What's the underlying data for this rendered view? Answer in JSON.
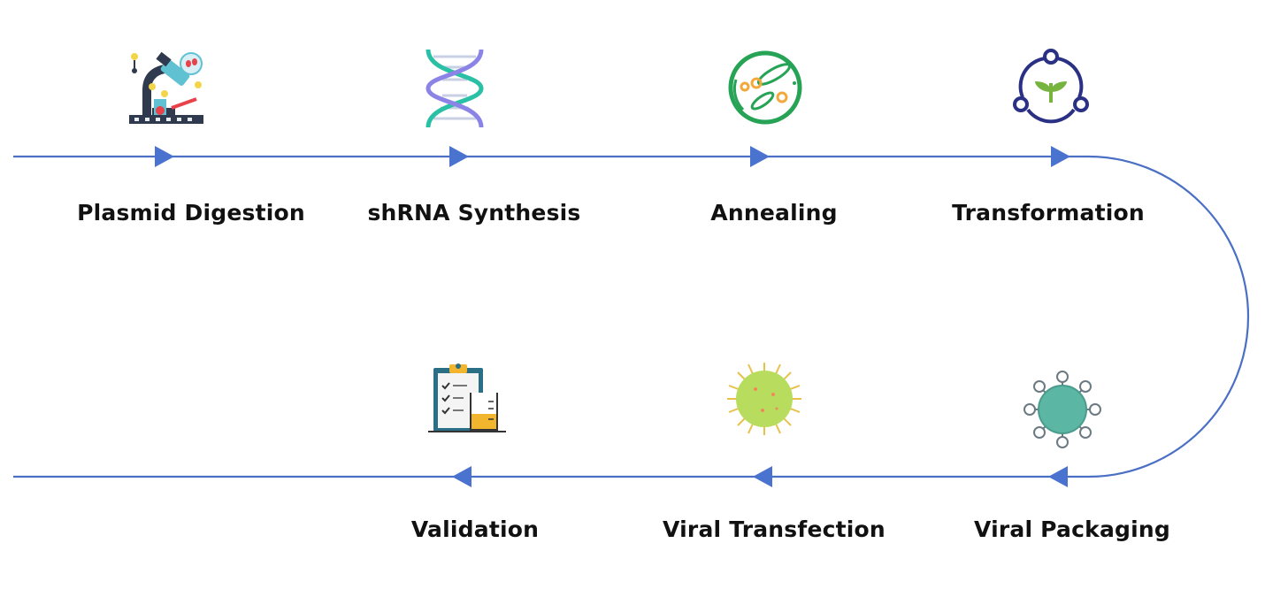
{
  "process": {
    "line_color": "#4a6fc4",
    "arrow_color": "#4a72cf",
    "steps": [
      {
        "label": "Plasmid Digestion",
        "icon": "microscope-icon"
      },
      {
        "label": "shRNA Synthesis",
        "icon": "dna-helix-icon"
      },
      {
        "label": "Annealing",
        "icon": "petri-dish-icon"
      },
      {
        "label": "Transformation",
        "icon": "cycle-sprout-icon"
      },
      {
        "label": "Viral Packaging",
        "icon": "virus-teal-icon"
      },
      {
        "label": "Viral Transfection",
        "icon": "virus-green-icon"
      },
      {
        "label": "Validation",
        "icon": "clipboard-beaker-icon"
      }
    ]
  }
}
